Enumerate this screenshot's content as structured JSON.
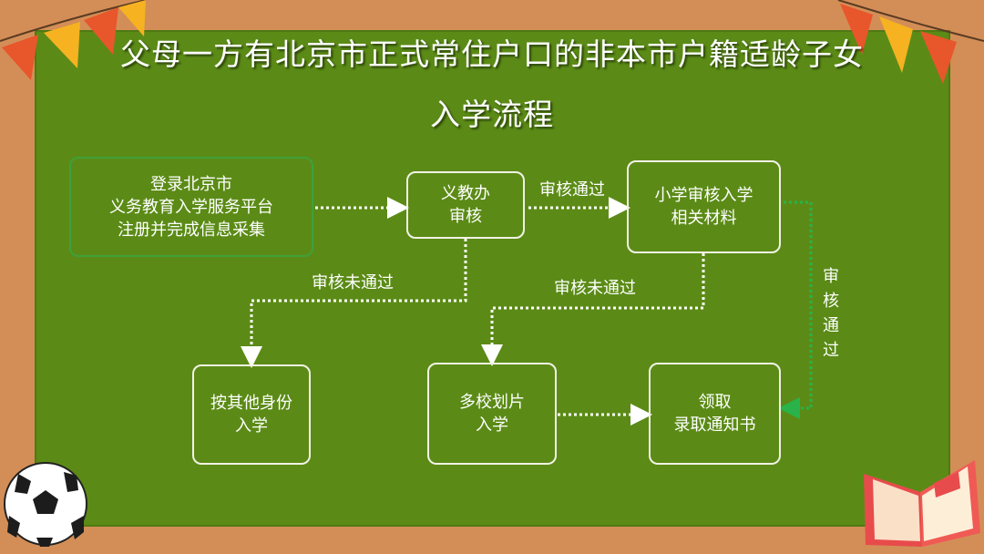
{
  "title": {
    "line1": "父母一方有北京市正式常住户口的非本市户籍适龄子女",
    "line2": "入学流程"
  },
  "nodes": {
    "register": "登录北京市\n义务教育入学服务平台\n注册并完成信息采集",
    "edu_office": "义教办\n审核",
    "school_review": "小学审核入学\n相关材料",
    "other_identity": "按其他身份\n入学",
    "multi_school": "多校划片\n入学",
    "notice": "领取\n录取通知书"
  },
  "edges": {
    "pass_1": "审核通过",
    "fail_1": "审核未通过",
    "fail_2": "审核未通过",
    "pass_2": "审核通过"
  },
  "colors": {
    "board": "#5b8b16",
    "frame": "#d38e57",
    "start_border": "#3fa03a",
    "green_arrow": "#29b34a"
  },
  "icons": [
    "pennant-flags-icon",
    "soccer-ball-icon",
    "open-book-icon"
  ]
}
